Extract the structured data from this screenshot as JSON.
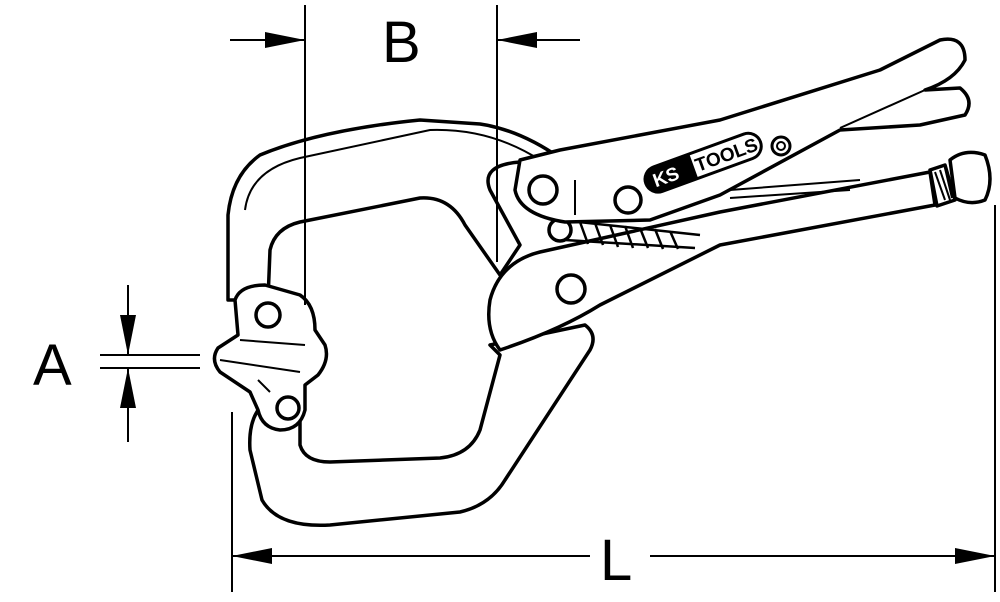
{
  "diagram": {
    "dimension_labels": {
      "a": "A",
      "b": "B",
      "l": "L"
    },
    "logo": {
      "brand_left": "KS",
      "brand_right": "TOOLS",
      "registered_mark": "®"
    },
    "colors": {
      "line": "#000000",
      "background": "#ffffff"
    }
  }
}
